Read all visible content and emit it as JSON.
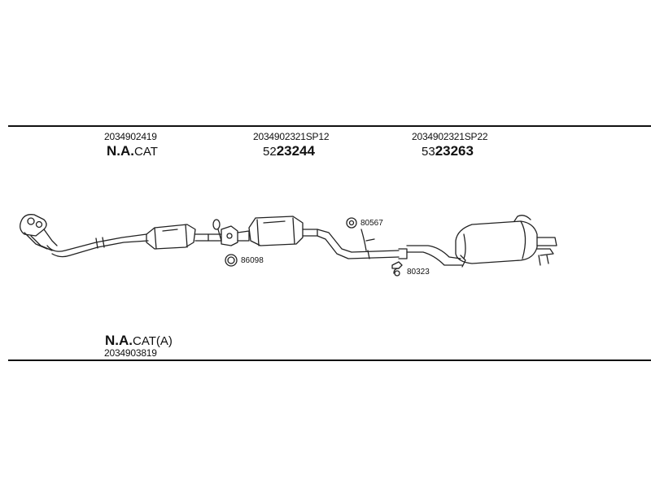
{
  "header": {
    "items": [
      {
        "code": "2034902419",
        "label_bold": "N.A.",
        "label_rest": "CAT"
      },
      {
        "code": "2034902321SP12",
        "prefix": "52",
        "number": "23244"
      },
      {
        "code": "2034902321SP22",
        "prefix": "53",
        "number": "23263"
      }
    ]
  },
  "parts": {
    "gasket_left": "86098",
    "clamp_ring": "80567",
    "hanger_clip": "80323"
  },
  "footer": {
    "label_bold": "N.A.",
    "label_rest": "CAT(A)",
    "code": "2034903819"
  }
}
